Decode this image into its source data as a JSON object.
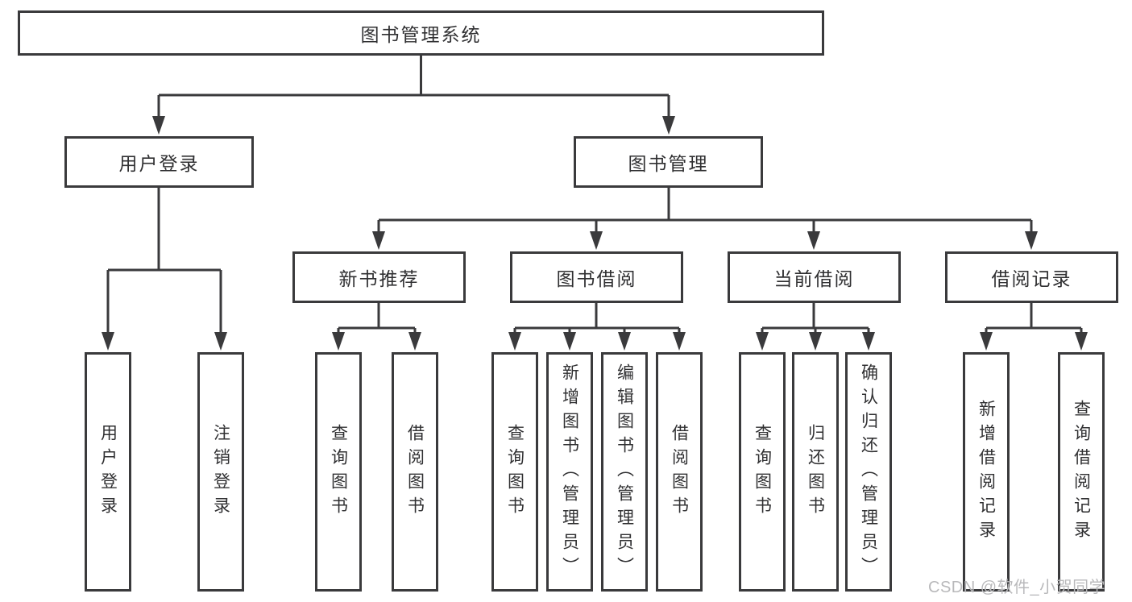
{
  "tree": {
    "label": "图书管理系统",
    "children": [
      {
        "label": "用户登录",
        "children": [
          {
            "label": "用户登录"
          },
          {
            "label": "注销登录"
          }
        ]
      },
      {
        "label": "图书管理",
        "children": [
          {
            "label": "新书推荐",
            "children": [
              {
                "label": "查询图书"
              },
              {
                "label": "借阅图书"
              }
            ]
          },
          {
            "label": "图书借阅",
            "children": [
              {
                "label": "查询图书"
              },
              {
                "label": "新增图书（管理员）"
              },
              {
                "label": "编辑图书（管理员）"
              },
              {
                "label": "借阅图书"
              }
            ]
          },
          {
            "label": "当前借阅",
            "children": [
              {
                "label": "查询图书"
              },
              {
                "label": "归还图书"
              },
              {
                "label": "确认归还（管理员）"
              }
            ]
          },
          {
            "label": "借阅记录",
            "children": [
              {
                "label": "新增借阅记录"
              },
              {
                "label": "查询借阅记录"
              }
            ]
          }
        ]
      }
    ]
  },
  "watermark": {
    "text": "CSDN @软件_小贺同学"
  },
  "colors": {
    "line": "#3a3a3c",
    "text": "#303032",
    "background": "#ffffff",
    "watermark": "#b9b9bb"
  }
}
